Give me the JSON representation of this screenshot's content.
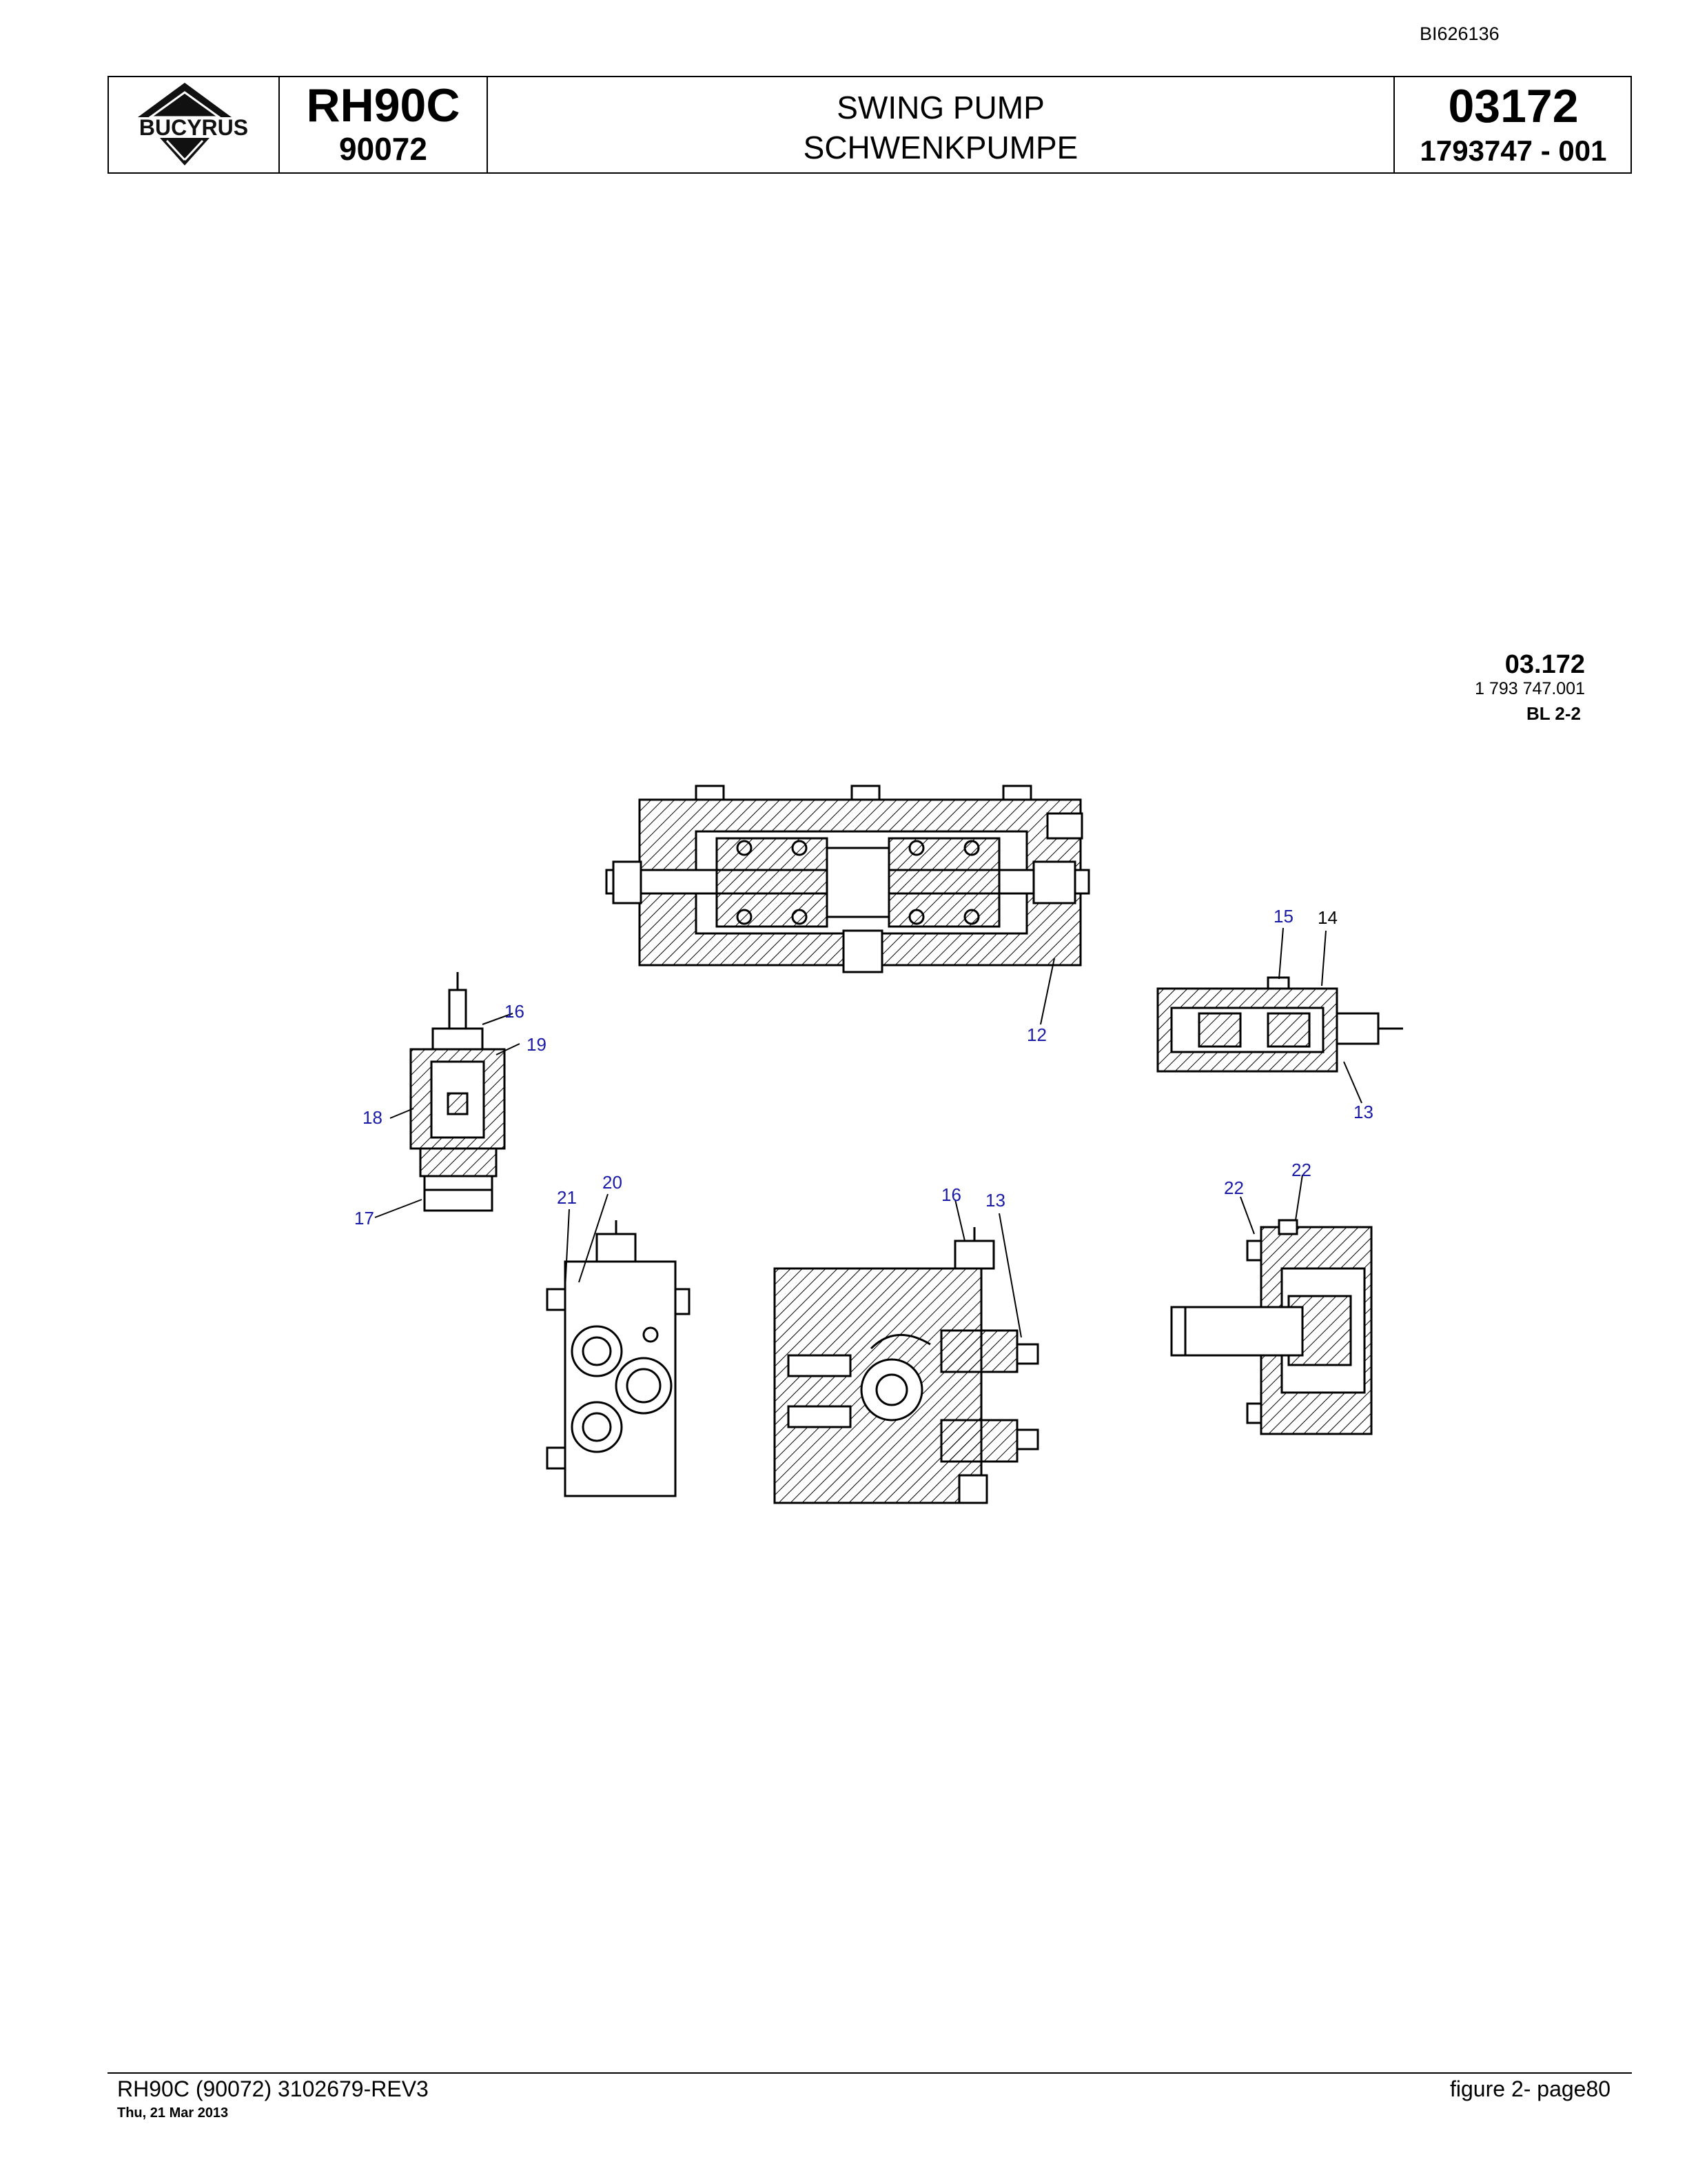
{
  "doc_id": "BI626136",
  "header": {
    "brand": "BUCYRUS",
    "model": "RH90C",
    "serial": "90072",
    "title_en": "SWING PUMP",
    "title_de": "SCHWENKPUMPE",
    "section": "03172",
    "part_number": "1793747  - 001"
  },
  "drawing_stamp": {
    "code": "03.172",
    "number": "1 793 747.001",
    "sheet": "BL  2-2"
  },
  "callouts": [
    "15",
    "14",
    "16",
    "19",
    "12",
    "18",
    "13",
    "20",
    "22",
    "21",
    "16",
    "13",
    "22",
    "17"
  ],
  "footer": {
    "left": "RH90C (90072) 3102679-REV3",
    "date": "Thu, 21 Mar 2013",
    "right": "figure  2- page80"
  },
  "colors": {
    "callout": "#1a1aa8",
    "line": "#000000"
  }
}
